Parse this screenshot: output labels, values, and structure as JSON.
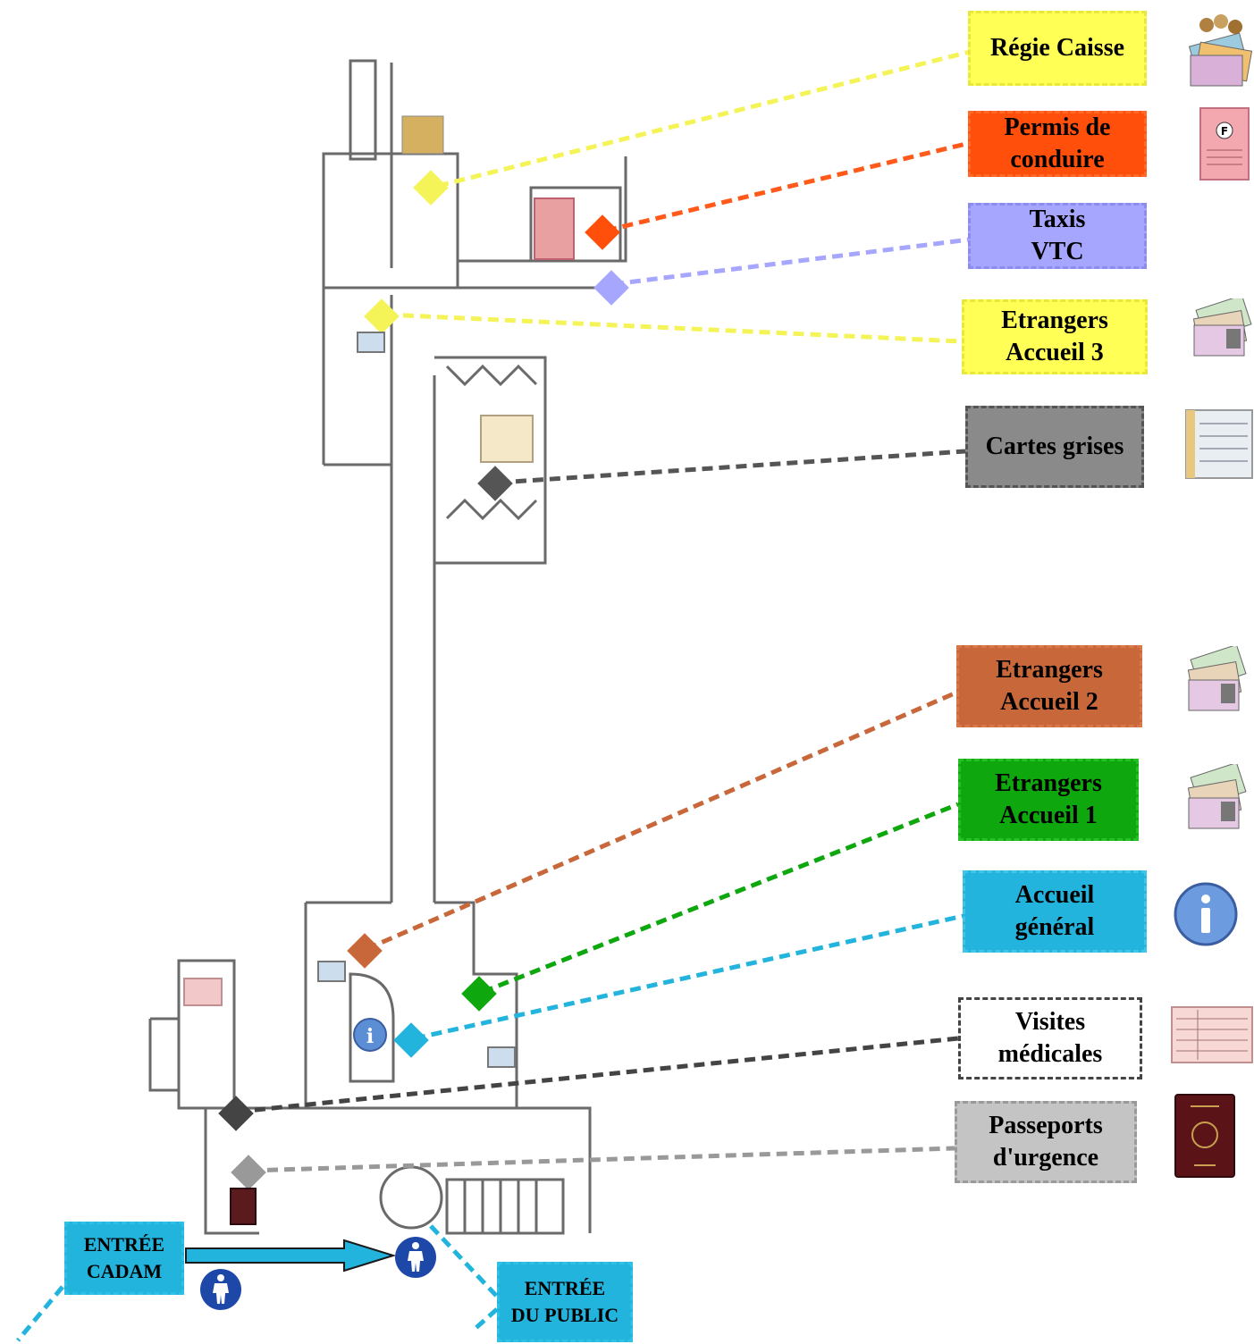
{
  "services": [
    {
      "id": "regie-caisse",
      "text": "Régie Caisse",
      "color": "#ffff55",
      "border": "#e8e83a",
      "textColor": "#000000",
      "icon": "money-icon"
    },
    {
      "id": "permis",
      "text": "Permis de\nconduire",
      "color": "#ff4f0a",
      "border": "#ff6a2a",
      "textColor": "#000000",
      "icon": "driving-licence-icon"
    },
    {
      "id": "taxis",
      "text": "Taxis\nVTC",
      "color": "#a6a6ff",
      "border": "#8c8cf0",
      "textColor": "#000000",
      "icon": ""
    },
    {
      "id": "etrangers-3",
      "text": "Etrangers\nAccueil 3",
      "color": "#ffff55",
      "border": "#e8e83a",
      "textColor": "#000000",
      "icon": "id-cards-icon"
    },
    {
      "id": "cartes-grises",
      "text": "Cartes grises",
      "color": "#8a8a8a",
      "border": "#555555",
      "textColor": "#000000",
      "icon": "registration-document-icon"
    },
    {
      "id": "etrangers-2",
      "text": "Etrangers\nAccueil  2",
      "color": "#c8683a",
      "border": "#d8784a",
      "textColor": "#000000",
      "icon": "id-cards-icon"
    },
    {
      "id": "etrangers-1",
      "text": "Etrangers\nAccueil 1",
      "color": "#0ea70e",
      "border": "#24c024",
      "textColor": "#000000",
      "icon": "id-cards-icon"
    },
    {
      "id": "accueil",
      "text": "Accueil\ngénéral",
      "color": "#22b4dd",
      "border": "#40c4e8",
      "textColor": "#000000",
      "icon": "info-icon"
    },
    {
      "id": "visites",
      "text": "Visites\nmédicales",
      "color": "#ffffff",
      "border": "#444444",
      "textColor": "#000000",
      "icon": "medical-form-icon"
    },
    {
      "id": "passeports",
      "text": "Passeports\nd'urgence",
      "color": "#c4c4c4",
      "border": "#9a9a9a",
      "textColor": "#000000",
      "icon": "passport-icon"
    }
  ],
  "entrances": [
    {
      "id": "cadam",
      "text": "ENTRÉE\nCADAM",
      "color": "#22b4dd",
      "icon": "pedestrian-icon"
    },
    {
      "id": "public",
      "text": "ENTRÉE\nDU PUBLIC",
      "color": "#22b4dd",
      "icon": "pedestrian-icon"
    }
  ]
}
